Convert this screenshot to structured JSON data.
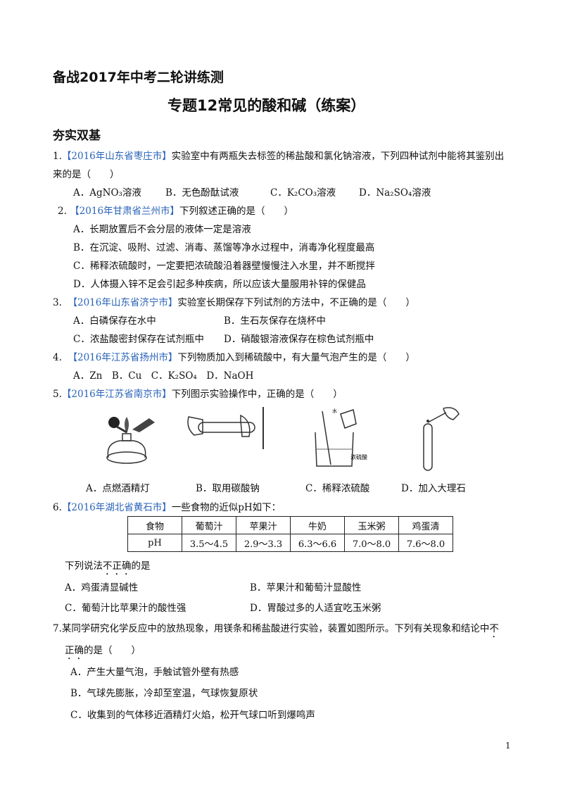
{
  "header": {
    "title": "备战2017年中考二轮讲练测",
    "subtitle": "专题12常见的酸和碱（练案）",
    "section": "夯实双基"
  },
  "questions": [
    {
      "num": "1.",
      "src": "【2016年山东省枣庄市】",
      "text": "实验室中有两瓶失去标签的稀盐酸和氯化钠溶液，下列四种试剂中能将其鉴别出",
      "text2": "来的是（　　）",
      "options": [
        "A．AgNO₃溶液",
        "B．无色酚酞试液",
        "C．K₂CO₃溶液",
        "D．Na₂SO₄溶液"
      ]
    },
    {
      "num": "2.",
      "src": "【2016年甘肃省兰州市】",
      "text": "下列叙述正确的是（　　）",
      "options": [
        "A．长期放置后不会分层的液体一定是溶液",
        "B．在沉淀、吸附、过滤、消毒、蒸馏等净水过程中，消毒净化程度最高",
        "C．稀释浓硫酸时，一定要把浓硫酸沿着器壁慢慢注入水里，并不断搅拌",
        "D．人体摄入锌不足会引起多种疾病，所以应该大量服用补锌的保健品"
      ]
    },
    {
      "num": "3.",
      "src": "【2016年山东省济宁市】",
      "text": "实验室长期保存下列试剂的方法中，不正确的是（　　）",
      "options": [
        "A．白磷保存在水中",
        "B．生石灰保存在烧杯中",
        "C．浓盐酸密封保存在试剂瓶中",
        "D．硝酸银溶液保存在棕色试剂瓶中"
      ]
    },
    {
      "num": "4.",
      "src": "【2016年江苏省扬州市】",
      "text": "下列物质加入到稀硫酸中，有大量气泡产生的是（　　）",
      "options": [
        "A．Zn　B．Cu　C．K₂SO₄　D．NaOH"
      ]
    },
    {
      "num": "5.",
      "src": "【2016年江苏省南京市】",
      "text": "下列图示实验操作中，正确的是（　　）",
      "options": [
        "A．点燃酒精灯",
        "B．取用碳酸钠",
        "C．稀释浓硫酸",
        "D．加入大理石"
      ],
      "fig_labels": {
        "beaker": "浓硫酸",
        "drop": "水"
      }
    },
    {
      "num": "6.",
      "src": "【2016年湖北省黄石市】",
      "text": "一些食物的近似pH如下：",
      "table": {
        "header": [
          "食物",
          "葡萄汁",
          "苹果汁",
          "牛奶",
          "玉米粥",
          "鸡蛋清"
        ],
        "row": [
          "pH",
          "3.5～4.5",
          "2.9～3.3",
          "6.3～6.6",
          "7.0～8.0",
          "7.6～8.0"
        ]
      },
      "prompt_a": "下列说法",
      "prompt_b": "不正确",
      "prompt_c": "的是",
      "options": [
        "A．鸡蛋清显碱性",
        "B．苹果汁和葡萄汁显酸性",
        "C．葡萄汁比苹果汁的酸性强",
        "D．胃酸过多的人适宜吃玉米粥"
      ]
    },
    {
      "num": "7.",
      "text_a": "某同学研究化学反应中的放热现象，用镁条和稀盐酸进行实验，装置如图所示。下列有关现象和结论中",
      "text_b": "不",
      "text_c": "正确",
      "text_d": "的是（　　）",
      "options": [
        "A．产生大量气泡，手触试管外壁有热感",
        "B．气球先膨胀，冷却至室温，气球恢复原状",
        "C．收集到的气体移近酒精灯火焰，松开气球口听到爆鸣声"
      ]
    }
  ],
  "footer": {
    "page": "1"
  }
}
